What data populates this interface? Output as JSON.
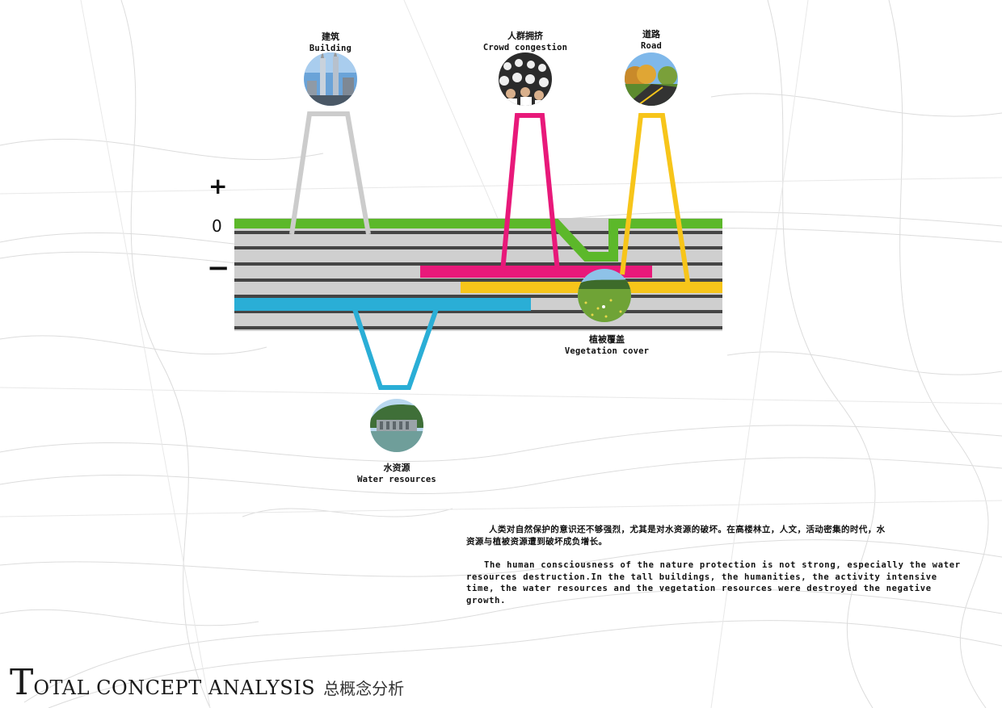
{
  "axis": {
    "plus": "+",
    "zero": "0",
    "minus": "−"
  },
  "nodes": {
    "building": {
      "zh": "建筑",
      "en": "Building",
      "color": "#c8c8c8",
      "photo": "building-photo"
    },
    "crowd": {
      "zh": "人群拥挤",
      "en": "Crowd congestion",
      "color": "#e8197a",
      "photo": "crowd-photo"
    },
    "road": {
      "zh": "道路",
      "en": "Road",
      "color": "#f7c51a",
      "photo": "road-photo"
    },
    "vegetation": {
      "zh": "植被覆盖",
      "en": "Vegetation cover",
      "color": "#5cb82a",
      "photo": "meadow-photo"
    },
    "water": {
      "zh": "水资源",
      "en": "Water resources",
      "color": "#2aaed6",
      "photo": "dam-photo"
    }
  },
  "description": {
    "zh": "人类对自然保护的意识还不够强烈，尤其是对水资源的破坏。在高楼林立，人文，活动密集的时代，水资源与植被资源遭到破坏成负增长。",
    "en": "The human consciousness of the nature protection is not strong, especially the water resources destruction.In the tall buildings, the humanities, the activity intensive time, the water resources and the vegetation resources were destroyed the negative growth."
  },
  "title": {
    "first_letter": "T",
    "rest": "OTAL CONCEPT ANALYSIS",
    "zh": "总概念分析"
  }
}
